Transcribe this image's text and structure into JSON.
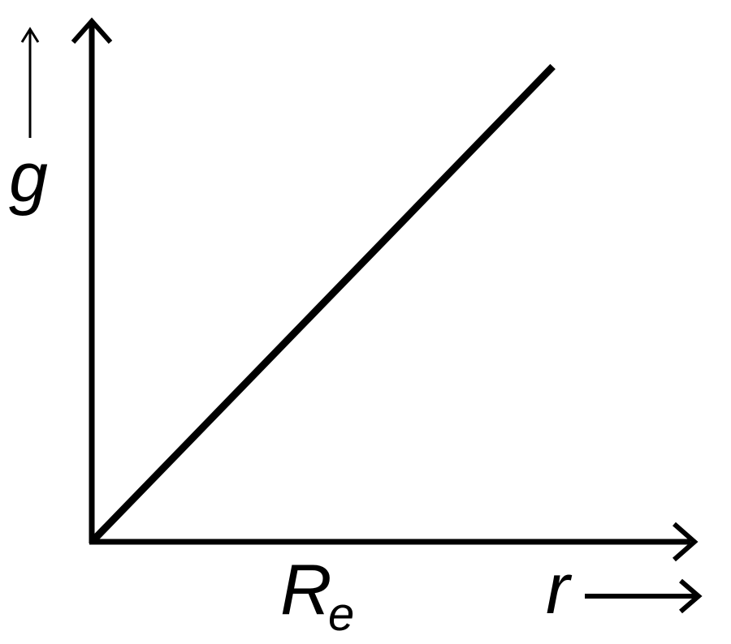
{
  "chart_data": {
    "type": "line",
    "title": "",
    "xlabel": "r",
    "ylabel": "g",
    "x_tick_labels": [
      "R",
      "e"
    ],
    "series": [
      {
        "x": [
          0,
          1
        ],
        "y": [
          0,
          1
        ]
      }
    ],
    "xlim": [
      0,
      1.36
    ],
    "ylim": [
      0,
      1.14
    ],
    "grid": false,
    "line_color": "#000000"
  }
}
